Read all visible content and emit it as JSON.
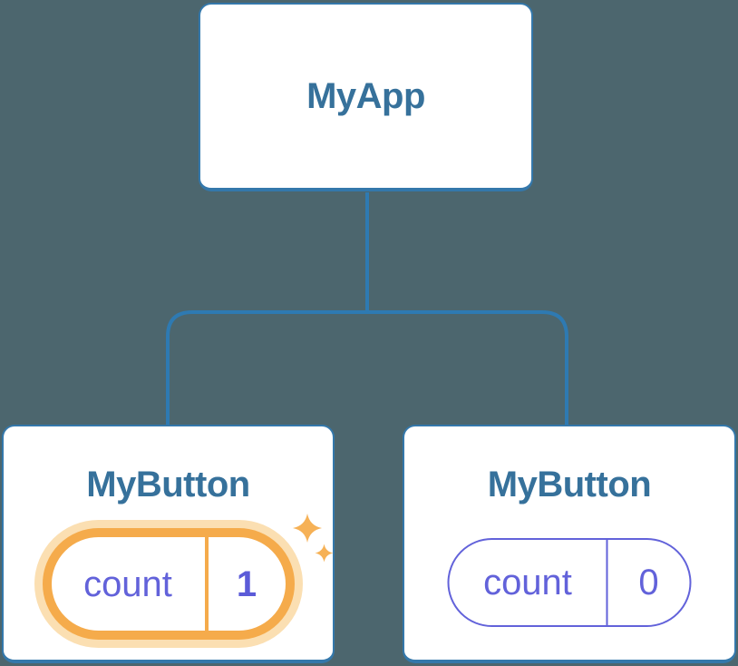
{
  "tree": {
    "root": {
      "label": "MyApp"
    },
    "children": [
      {
        "label": "MyButton",
        "state": {
          "name": "count",
          "value": "1"
        },
        "highlighted": true
      },
      {
        "label": "MyButton",
        "state": {
          "name": "count",
          "value": "0"
        },
        "highlighted": false
      }
    ]
  },
  "icons": {
    "sparkles": "state-update-sparkles"
  },
  "colors": {
    "background": "#4c666e",
    "node_fill": "#ffffff",
    "node_border": "#3478ab",
    "connector": "#2e7ab2",
    "node_label": "#36719b",
    "state_text": "#6262da",
    "state_value_bold": "#5b5bd8",
    "highlight_border": "#f5ab4b",
    "highlight_glow": "#fbdfb2",
    "sparkle": "#f6b156"
  }
}
